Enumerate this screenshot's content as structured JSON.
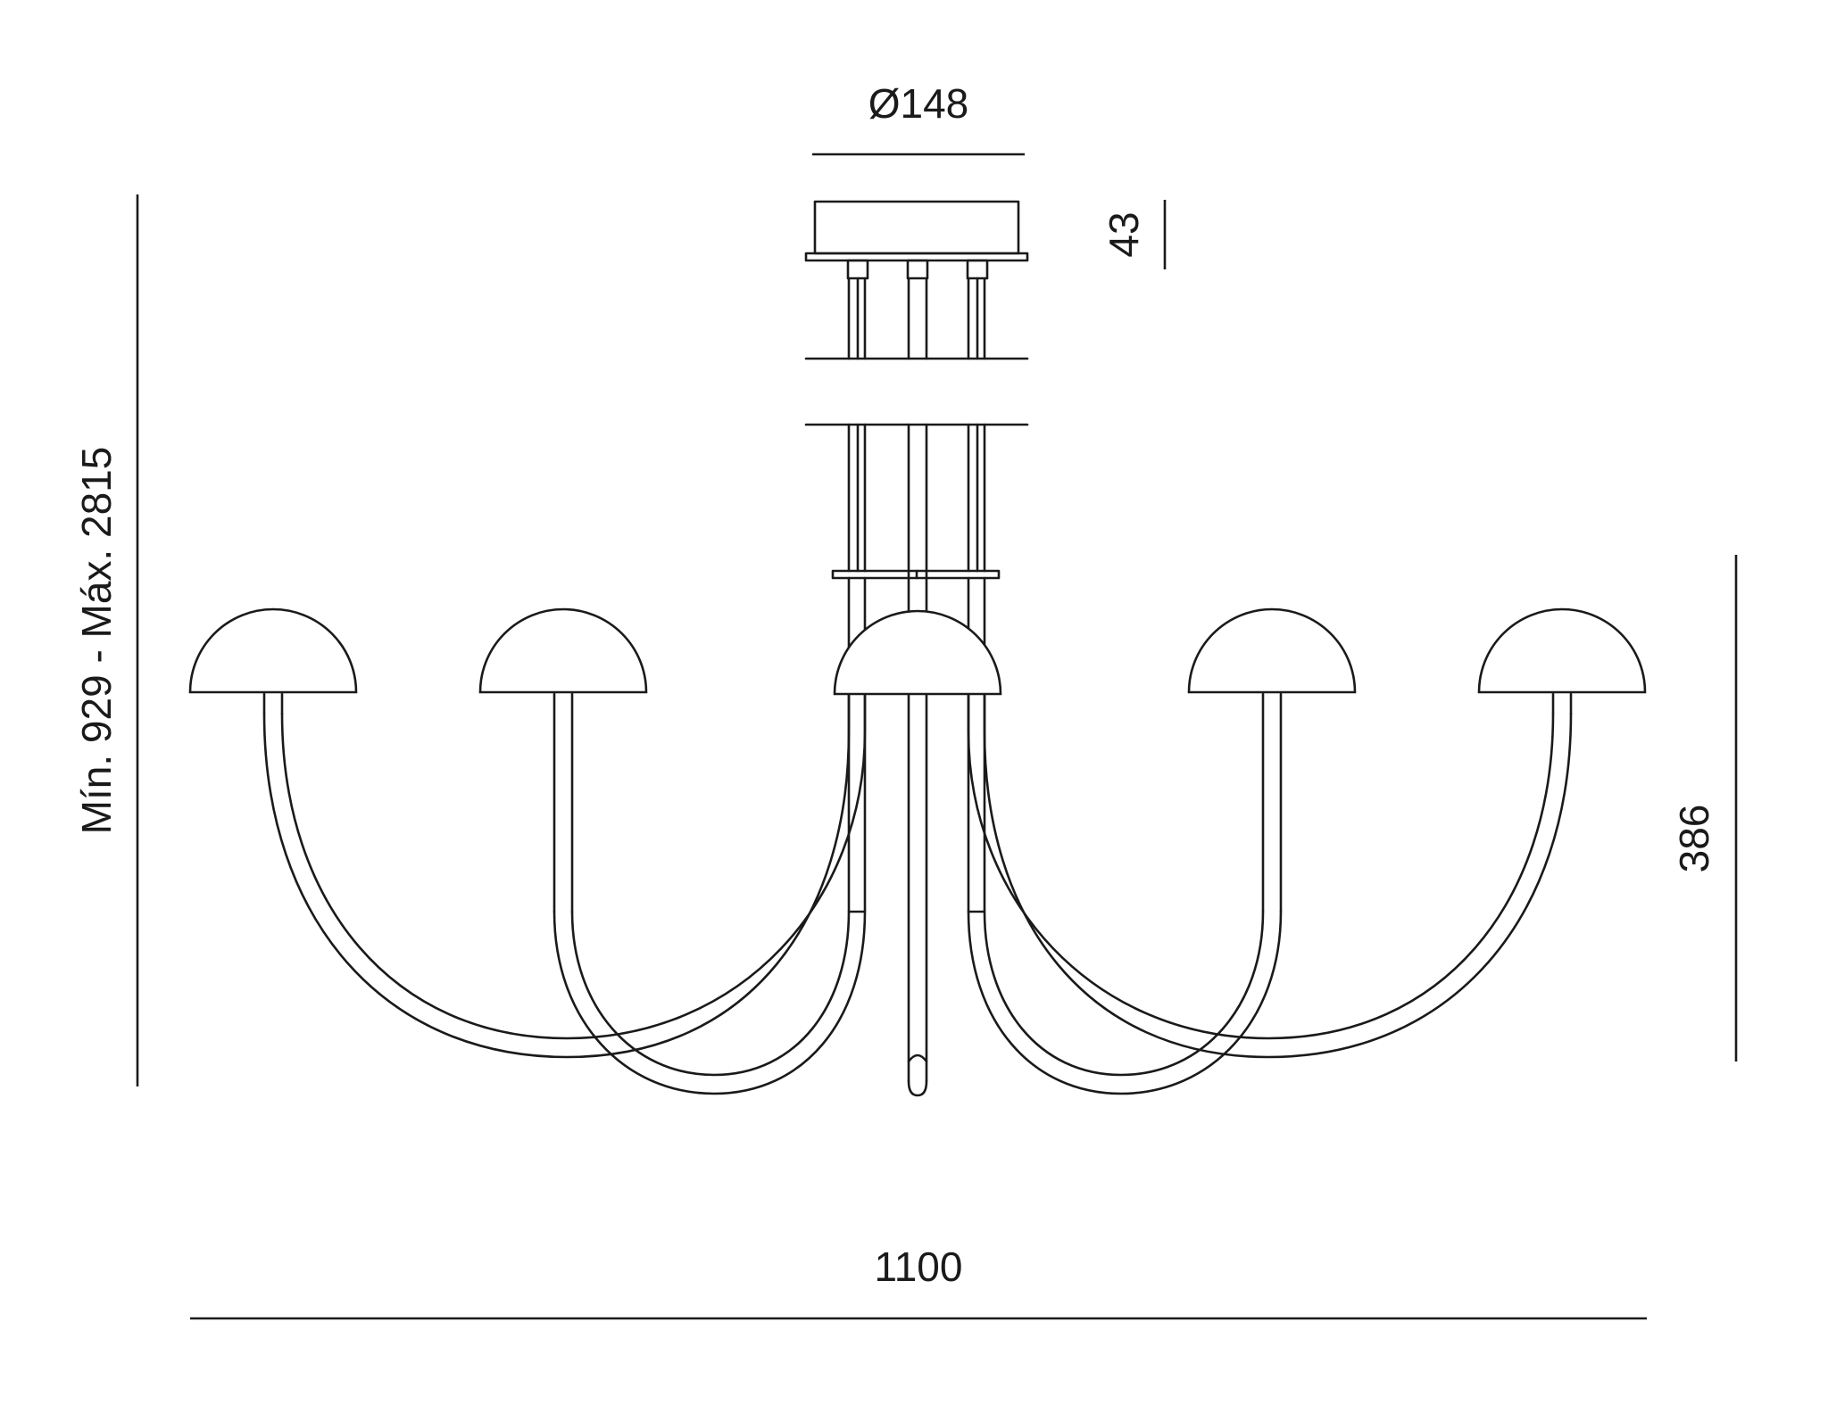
{
  "dimensions": {
    "canopy_diameter": "Ø148",
    "canopy_height": "43",
    "overall_height": "Mín. 929 - Máx. 2815",
    "arm_drop": "386",
    "overall_width": "1100"
  },
  "lamp": {
    "shade_count": 5,
    "line_color": "#1a1a1a",
    "background": "#ffffff"
  }
}
